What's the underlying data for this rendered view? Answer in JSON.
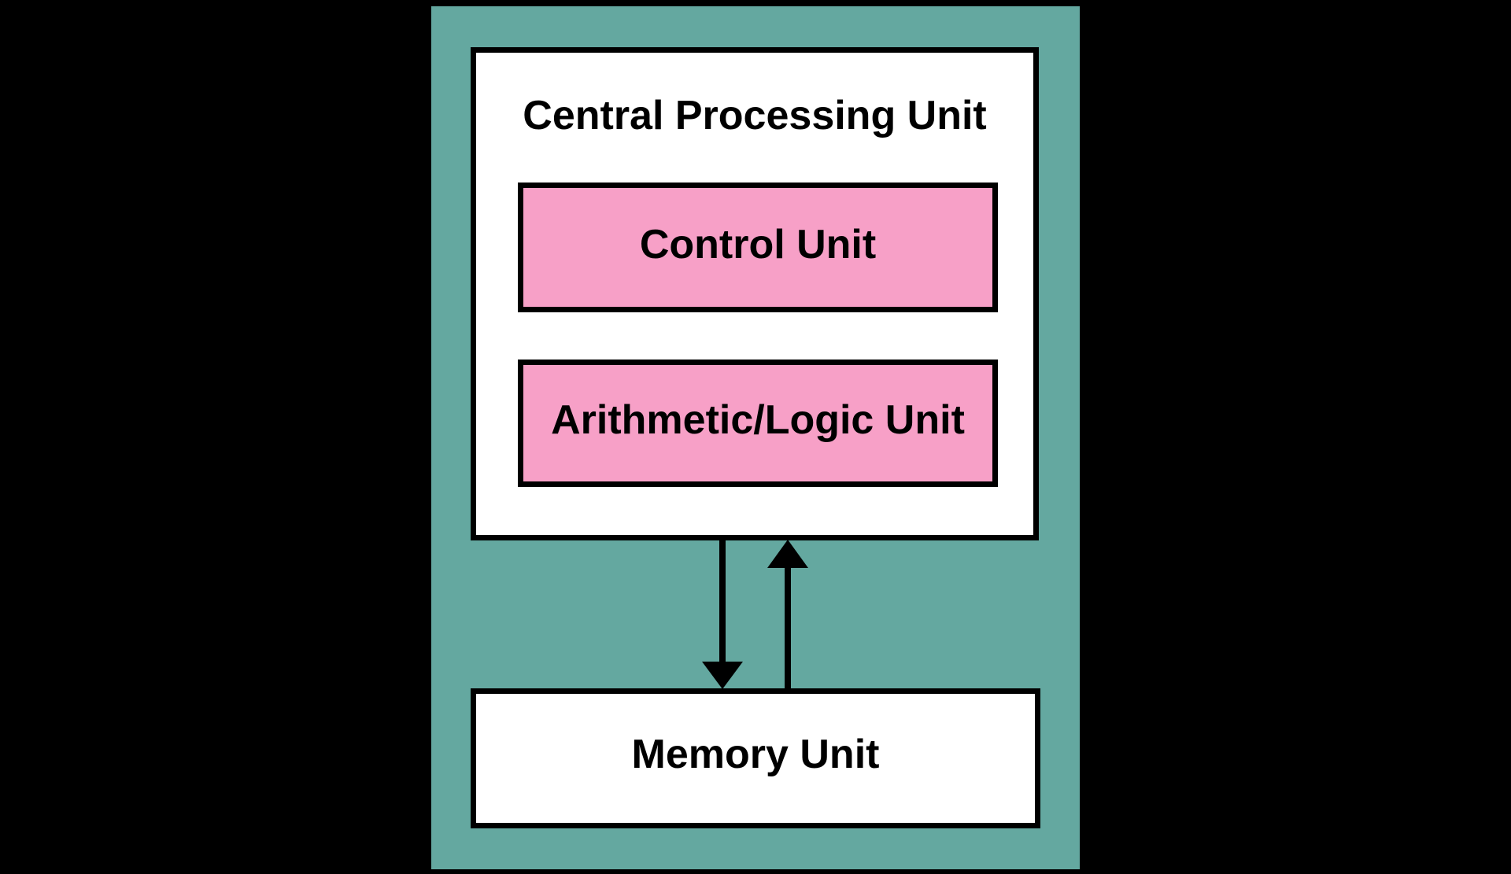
{
  "diagram": {
    "cpu": {
      "title": "Central Processing Unit",
      "components": [
        {
          "label": "Control Unit"
        },
        {
          "label": "Arithmetic/Logic Unit"
        }
      ]
    },
    "memory": {
      "label": "Memory Unit"
    },
    "arrows": [
      {
        "name": "cpu-to-memory",
        "direction": "down"
      },
      {
        "name": "memory-to-cpu",
        "direction": "up"
      }
    ],
    "colors": {
      "background": "#000000",
      "panel": "#64A8A0",
      "component_fill": "#F7A0C7",
      "box_fill": "#FFFFFF",
      "border": "#000000",
      "text": "#000000",
      "arrow": "#000000"
    }
  }
}
